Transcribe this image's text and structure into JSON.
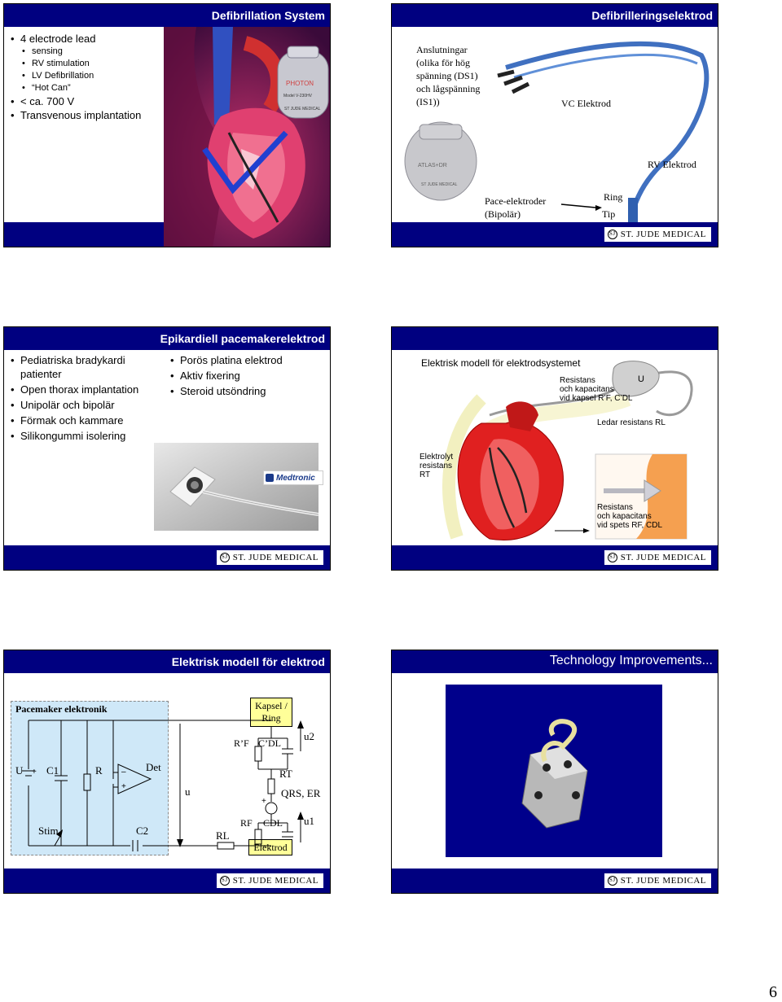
{
  "slide1": {
    "title": "Defibrillation System",
    "bullets": [
      "4 electrode lead",
      "< ca. 700 V",
      "Transvenous implantation"
    ],
    "sub_bullets": [
      "sensing",
      "RV stimulation",
      "LV Defibrillation",
      "“Hot Can”"
    ],
    "device_brand": "PHOTON",
    "device_model": "Model V-230HV",
    "device_maker": "ST JUDE MEDICAL"
  },
  "slide2": {
    "title": "Defibrilleringselektrod",
    "connections_label": "Anslutningar (olika för hög spänning (DS1) och lågspänning (IS1))",
    "connections_lines": [
      "Anslutningar",
      "(olika för hög",
      "spänning (DS1)",
      "och lågspänning",
      "(IS1))"
    ],
    "vc_label": "VC Elektrod",
    "rv_label": "RV Elektrod",
    "pace_lines": [
      "Pace-elektroder",
      "(Bipolär)"
    ],
    "ring_label": "Ring",
    "tip_label": "Tip",
    "device_brand": "ATLAS+DR",
    "device_maker": "ST JUDE MEDICAL"
  },
  "slide3": {
    "title": "Epikardiell pacemakerelektrod",
    "left_bullets": [
      "Pediatriska bradykardi patienter",
      "Open thorax implantation",
      "Unipolär och bipolär",
      "Förmak och kammare",
      "Silikongummi isolering"
    ],
    "right_bullets": [
      "Porös platina elektrod",
      "Aktiv fixering",
      "Steroid utsöndring"
    ],
    "brand": "Medtronic"
  },
  "slide4": {
    "heading": "Elektrisk modell för elektrodsystemet",
    "u_label": "U",
    "capsule_lines": [
      "Resistans",
      "och kapacitans",
      "vid kapsel R’F, C’DL"
    ],
    "lead_resist": "Ledar resistans RL",
    "electrolyte_lines": [
      "Elektrolyt",
      "resistans",
      "RT"
    ],
    "tip_lines": [
      "Resistans",
      "och kapacitans",
      "vid spets RF, CDL"
    ]
  },
  "slide5": {
    "title": "Elektrisk modell för elektrod",
    "pacemaker_label": "Pacemaker elektronik",
    "capsule_label": "Kapsel / Ring",
    "capsule_lines": [
      "Kapsel /",
      "Ring"
    ],
    "labels": {
      "U": "U",
      "C1": "C1",
      "R": "R",
      "Det": "Det",
      "Stim": "Stim",
      "C2": "C2",
      "u": "u",
      "RL": "RL",
      "RF2": "R’F",
      "CDL2": "C’DL",
      "u2": "u2",
      "RT": "RT",
      "QRS": "QRS, ER",
      "RF": "RF",
      "CDL": "CDL",
      "u1": "u1",
      "elektrod": "Elektrod",
      "plus": "+",
      "minus": "–"
    }
  },
  "slide6": {
    "title": "Technology Improvements..."
  },
  "logo_text": "ST. JUDE MEDICAL",
  "logo_mark": "SJ",
  "page_number": "6",
  "colors": {
    "navy": "#000080",
    "panel_blue": "#cfe8f8",
    "image_blue": "#00008b",
    "capsule_fill": "#ffff99"
  }
}
